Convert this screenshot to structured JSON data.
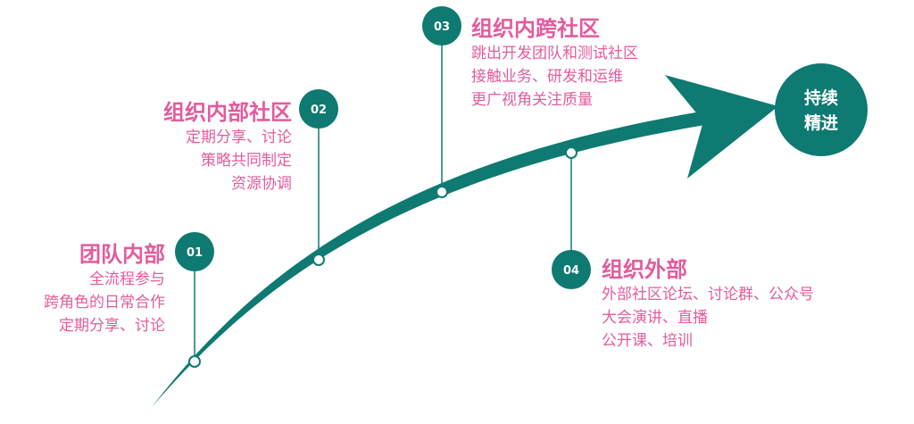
{
  "colors": {
    "accent": "#0e7a72",
    "text": "#e35b9c",
    "background": "#ffffff"
  },
  "goal": {
    "line1": "持续",
    "line2": "精进"
  },
  "stages": [
    {
      "number": "01",
      "title": "团队内部",
      "lines": [
        "全流程参与",
        "跨角色的日常合作",
        "定期分享、讨论"
      ]
    },
    {
      "number": "02",
      "title": "组织内部社区",
      "lines": [
        "定期分享、讨论",
        "策略共同制定",
        "资源协调"
      ]
    },
    {
      "number": "03",
      "title": "组织内跨社区",
      "lines": [
        "跳出开发团队和测试社区",
        "接触业务、研发和运维",
        "更广视角关注质量"
      ]
    },
    {
      "number": "04",
      "title": "组织外部",
      "lines": [
        "外部社区论坛、讨论群、公众号",
        "大会演讲、直播",
        "公开课、培训"
      ]
    }
  ]
}
